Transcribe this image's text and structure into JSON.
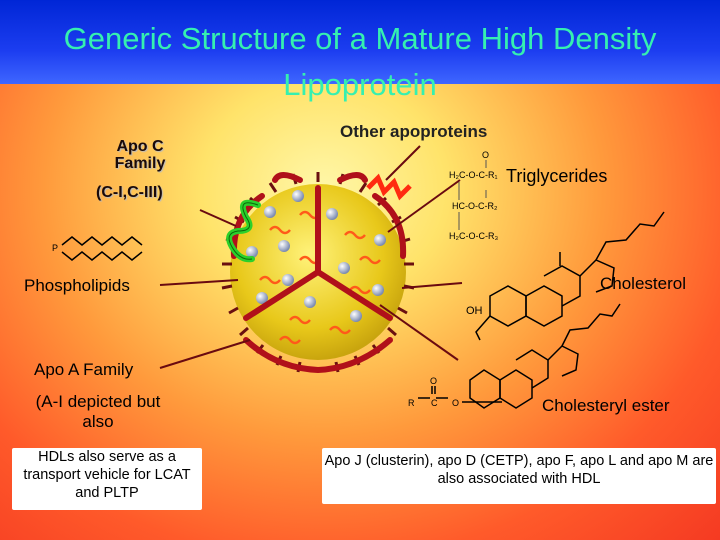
{
  "title": "Generic Structure of a Mature High Density Lipoprotein",
  "labels": {
    "apo_c_family": "Apo C Family",
    "apo_c_members": "(C-I,C-III)",
    "other_apoproteins": "Other apoproteins",
    "triglycerides": "Triglycerides",
    "phospholipids": "Phospholipids",
    "cholesterol": "Cholesterol",
    "oh": "OH",
    "apo_a_family": "Apo A Family",
    "apo_a_note": "(A-I depicted but also",
    "cholesteryl_ester": "Cholesteryl ester",
    "phospholipid_p": "P"
  },
  "triglyceride_formula": {
    "top_o": "O",
    "row1": "H₂C-O-C-R₁",
    "row2": "HC-O-C-R₂",
    "row3": "H₂C-O-C-R₃"
  },
  "ester_formula": {
    "o": "O",
    "r": "R",
    "c": "C",
    "o2": "O"
  },
  "boxes": {
    "hdl_transport": "HDLs also serve as a transport vehicle for LCAT and PLTP",
    "other_apos": "Apo J (clusterin), apo D (CETP), apo F, apo L and apo M are also associated with HDL"
  },
  "colors": {
    "title_bg": "#1c3df0",
    "title_text": "#35f0b0",
    "apo_a_ribbon": "#b0101a",
    "apo_c_ribbon": "#2bd02b",
    "particle_core": "#e8c81a"
  }
}
